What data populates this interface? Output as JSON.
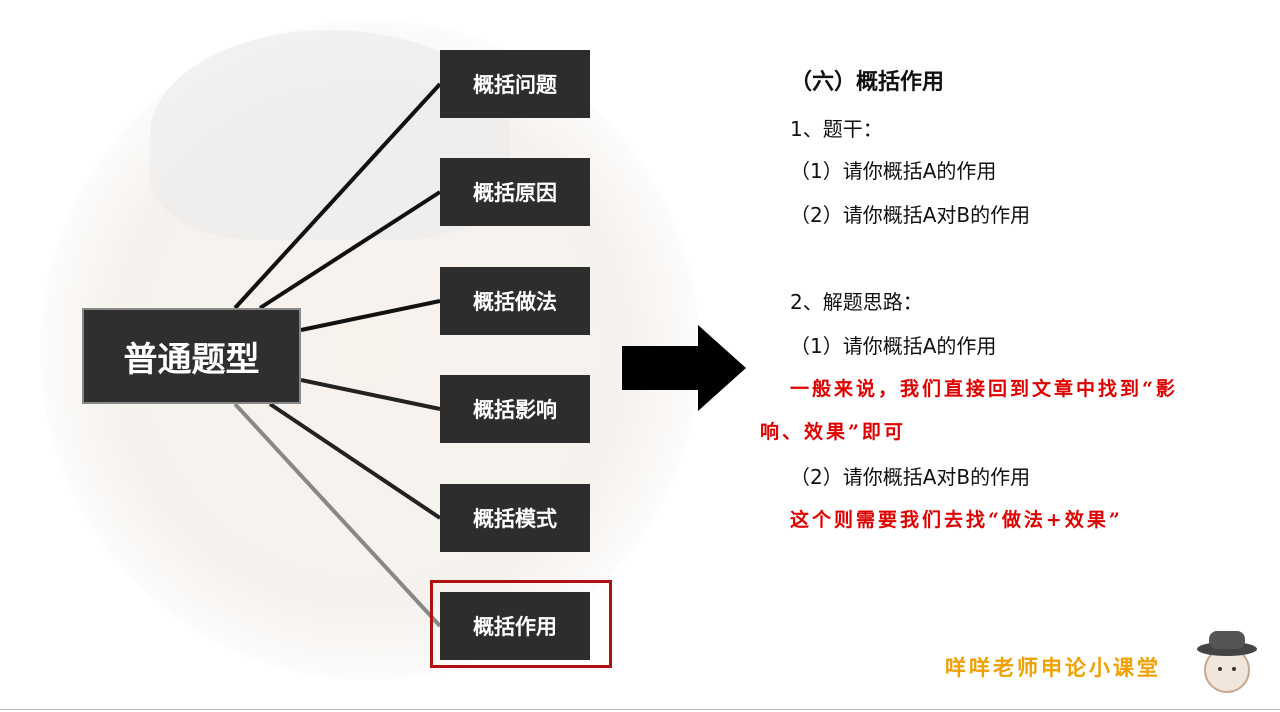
{
  "diagram": {
    "center": "普通题型",
    "branches": [
      "概括问题",
      "概括原因",
      "概括做法",
      "概括影响",
      "概括模式",
      "概括作用"
    ],
    "highlighted": "概括作用",
    "highlight_color": "#b01010"
  },
  "content": {
    "heading": "（六）概括作用",
    "s1_title": "1、题干：",
    "s1_q1": "（1）请你概括A的作用",
    "s1_q2": "（2）请你概括A对B的作用",
    "s2_title": "2、解题思路：",
    "s2_q1": "（1）请你概括A的作用",
    "s2_a1_line1": "一般来说，我们直接回到文章中找到“影",
    "s2_a1_line2": "响、效果”即可",
    "s2_q2": "（2）请你概括A对B的作用",
    "s2_a2": "这个则需要我们去找“做法+效果”",
    "answer_color": "#e00000"
  },
  "footer": {
    "brand": "咩咩老师申论小课堂"
  }
}
